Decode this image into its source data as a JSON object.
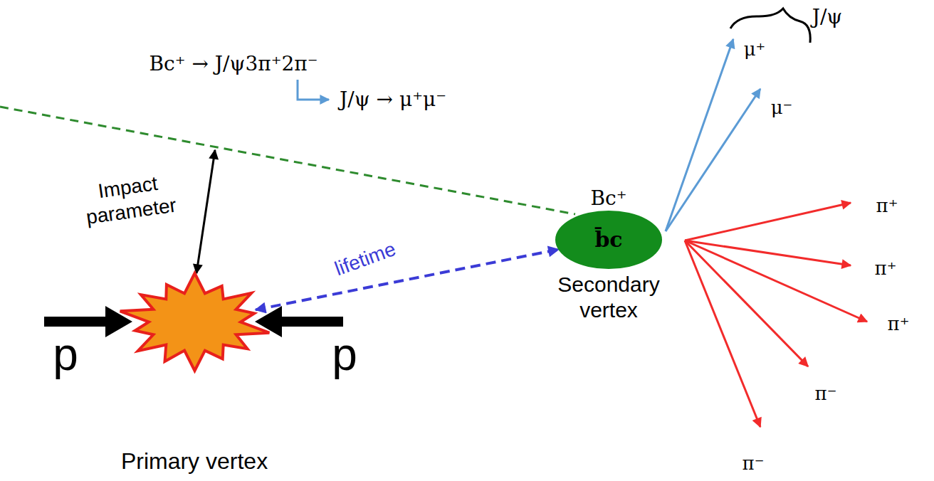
{
  "diagram": {
    "nodes": [
      {
        "text": [
          "Primary vertex"
        ]
      },
      {
        "text": [
          "Bc⁺",
          "b̄c",
          "Secondary vertex"
        ]
      }
    ],
    "edges": [
      {
        "from": 0,
        "to": 1,
        "arrow": "both",
        "label": "lifetime"
      }
    ],
    "labels": [
      "Bc⁺ → J/ψ3π⁺2π⁻",
      "J/ψ → μ⁺μ⁻",
      "J/ψ",
      "μ⁺",
      "μ⁻",
      "π⁺",
      "π⁺",
      "π⁺",
      "π⁻",
      "π⁻",
      "Impact parameter",
      "p",
      "p"
    ]
  }
}
